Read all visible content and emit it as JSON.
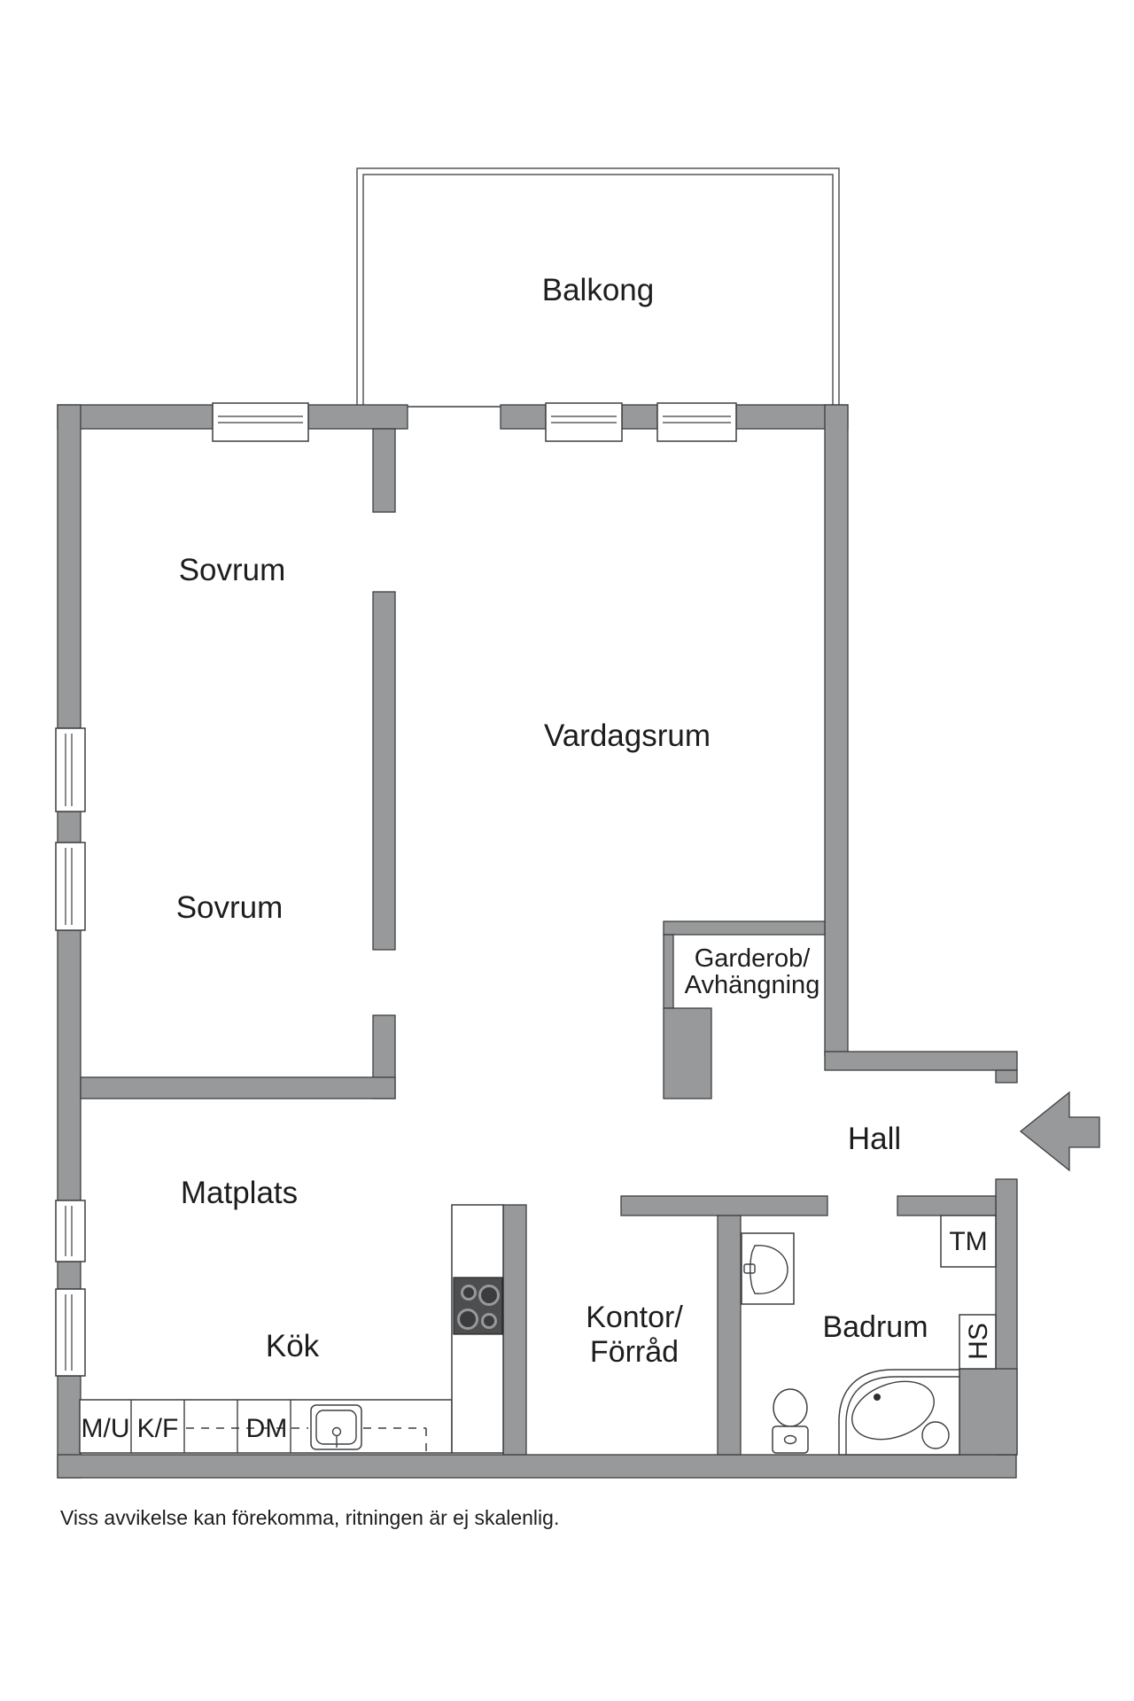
{
  "colors": {
    "wall": "#98999b",
    "outline": "#3c3e40",
    "text": "#1d1d1f"
  },
  "rooms": {
    "balcony": "Balkong",
    "bedroom_top": "Sovrum",
    "living": "Vardagsrum",
    "bedroom_mid": "Sovrum",
    "wardrobe_line1": "Garderob/",
    "wardrobe_line2": "Avhängning",
    "hall": "Hall",
    "dining": "Matplats",
    "kitchen": "Kök",
    "office_line1": "Kontor/",
    "office_line2": "Förråd",
    "bathroom": "Badrum"
  },
  "appliances": {
    "washing_machine": "TM",
    "cabinet_hs": "HS",
    "micro_oven": "M/U",
    "fridge_freezer": "K/F",
    "dishwasher": "DM"
  },
  "footer": {
    "disclaimer": "Viss avvikelse kan förekomma, ritningen är ej skalenlig."
  }
}
